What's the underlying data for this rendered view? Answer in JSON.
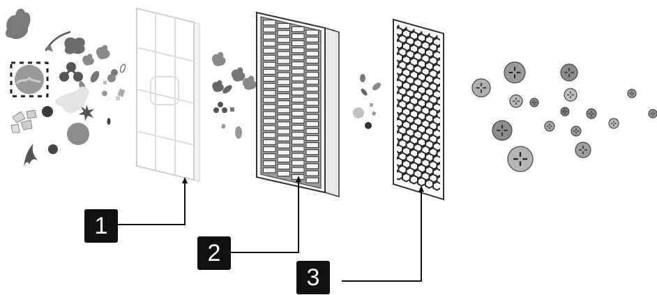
{
  "callouts": [
    {
      "number": "1"
    },
    {
      "number": "2"
    },
    {
      "number": "3"
    }
  ],
  "colors": {
    "callout_fill": "#111111",
    "callout_text": "#ffffff",
    "line": "#111111",
    "filter_frame": "#d8d8d8",
    "hepa_frame": "#f2f2f2",
    "hepa_pleat": "#3a3a3a",
    "carbon_mesh": "#2a2a2a",
    "particle_dark": "#555555",
    "particle_mid": "#888888",
    "particle_light": "#b5b5b5"
  },
  "icons": {
    "output_particle": "crosshair-circle-icon"
  }
}
